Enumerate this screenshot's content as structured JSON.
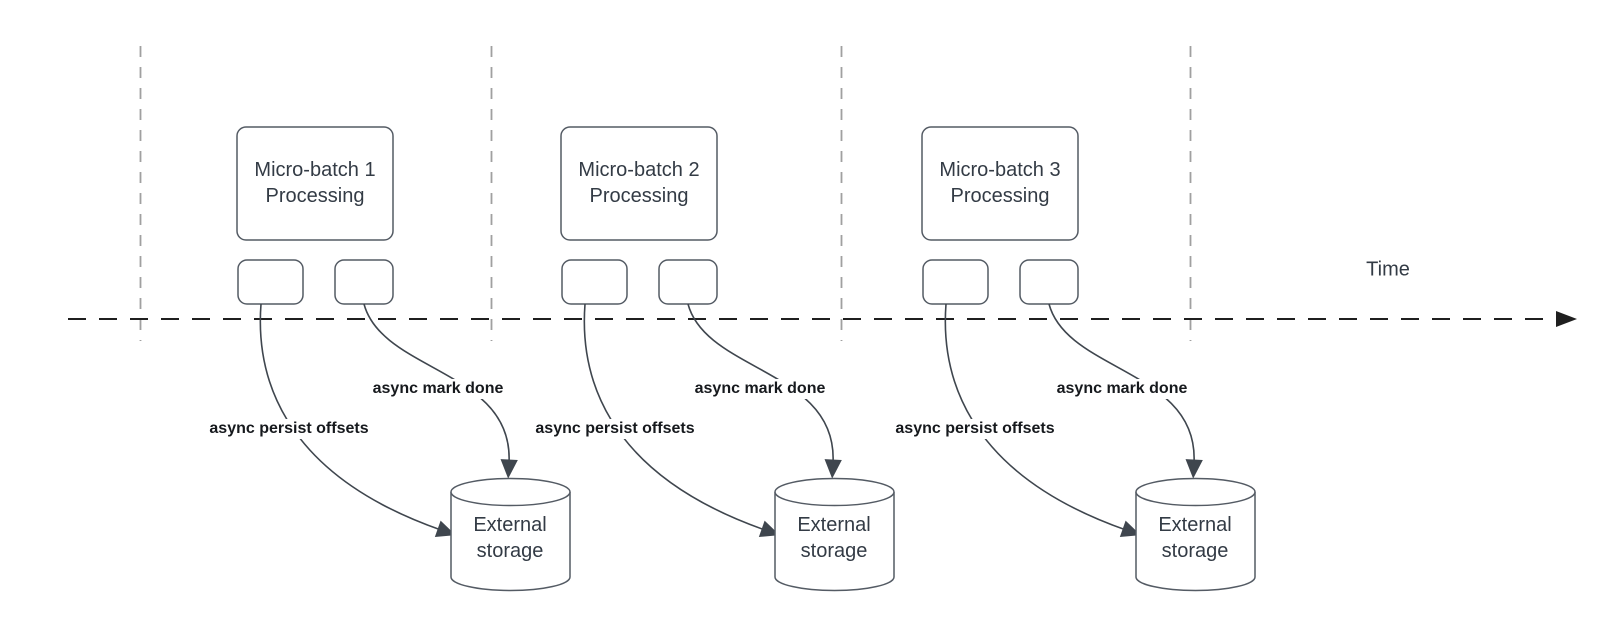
{
  "diagram": {
    "time_label": "Time",
    "colors": {
      "background": "#ffffff",
      "shape_stroke": "#545b64",
      "shape_text": "#333b45",
      "edge_stroke": "#3f464e",
      "edge_label_text": "#16191d",
      "timeline_stroke": "#1f1f1f",
      "divider_stroke": "#a0a0a0"
    },
    "groups": [
      {
        "title_line1": "Micro-batch 1",
        "title_line2": "Processing",
        "persist_label": "async persist offsets",
        "mark_done_label": "async mark done",
        "storage_line1": "External",
        "storage_line2": "storage"
      },
      {
        "title_line1": "Micro-batch 2",
        "title_line2": "Processing",
        "persist_label": "async persist offsets",
        "mark_done_label": "async mark done",
        "storage_line1": "External",
        "storage_line2": "storage"
      },
      {
        "title_line1": "Micro-batch 3",
        "title_line2": "Processing",
        "persist_label": "async persist offsets",
        "mark_done_label": "async mark done",
        "storage_line1": "External",
        "storage_line2": "storage"
      }
    ]
  }
}
